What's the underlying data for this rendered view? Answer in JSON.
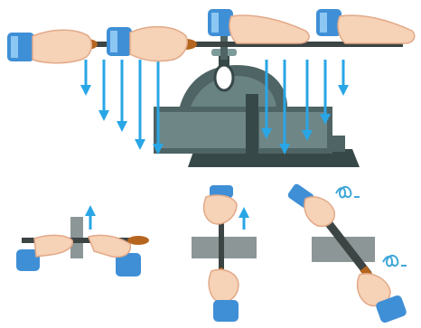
{
  "illustration": {
    "panels": [
      {
        "id": "vise-filing"
      },
      {
        "id": "horizontal-filing"
      },
      {
        "id": "vertical-filing"
      },
      {
        "id": "diagonal-filing"
      }
    ]
  },
  "colors": {
    "skin": "#f6d2b6",
    "skin_shade": "#e2a988",
    "cuff": "#3f8fd6",
    "cuff_light": "#8cc6f2",
    "arrow": "#29a6e6",
    "vise": "#4f6464",
    "vise_dark": "#374848",
    "vise_light": "#7f9a9a",
    "file": "#3c4444",
    "handle": "#b5651d",
    "workpiece": "#8c9696",
    "motion": "#3fa7d9"
  }
}
